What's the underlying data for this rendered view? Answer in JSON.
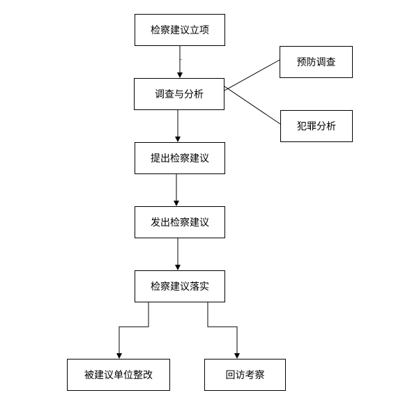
{
  "diagram": {
    "type": "flowchart",
    "nodes": {
      "lixiang": "检察建议立项",
      "diaocha": "调查与分析",
      "yufang": "预防调查",
      "fanzui": "犯罪分析",
      "tichu": "提出检察建议",
      "fachu": "发出检察建议",
      "luoshi": "检察建议落实",
      "zhenggai": "被建议单位整改",
      "huifang": "回访考察"
    },
    "edges": [
      {
        "from": "检察建议立项",
        "to": "调查与分析",
        "arrow": true
      },
      {
        "from": "调查与分析",
        "to": "预防调查",
        "arrow": false
      },
      {
        "from": "调查与分析",
        "to": "犯罪分析",
        "arrow": false
      },
      {
        "from": "调查与分析",
        "to": "提出检察建议",
        "arrow": true
      },
      {
        "from": "提出检察建议",
        "to": "发出检察建议",
        "arrow": true
      },
      {
        "from": "发出检察建议",
        "to": "检察建议落实",
        "arrow": true
      },
      {
        "from": "检察建议落实",
        "to": "被建议单位整改",
        "arrow": true
      },
      {
        "from": "检察建议落实",
        "to": "回访考察",
        "arrow": true
      }
    ],
    "colors": {
      "line": "#000000",
      "box_border": "#000000",
      "background": "#ffffff"
    },
    "tick_mark": "~"
  }
}
